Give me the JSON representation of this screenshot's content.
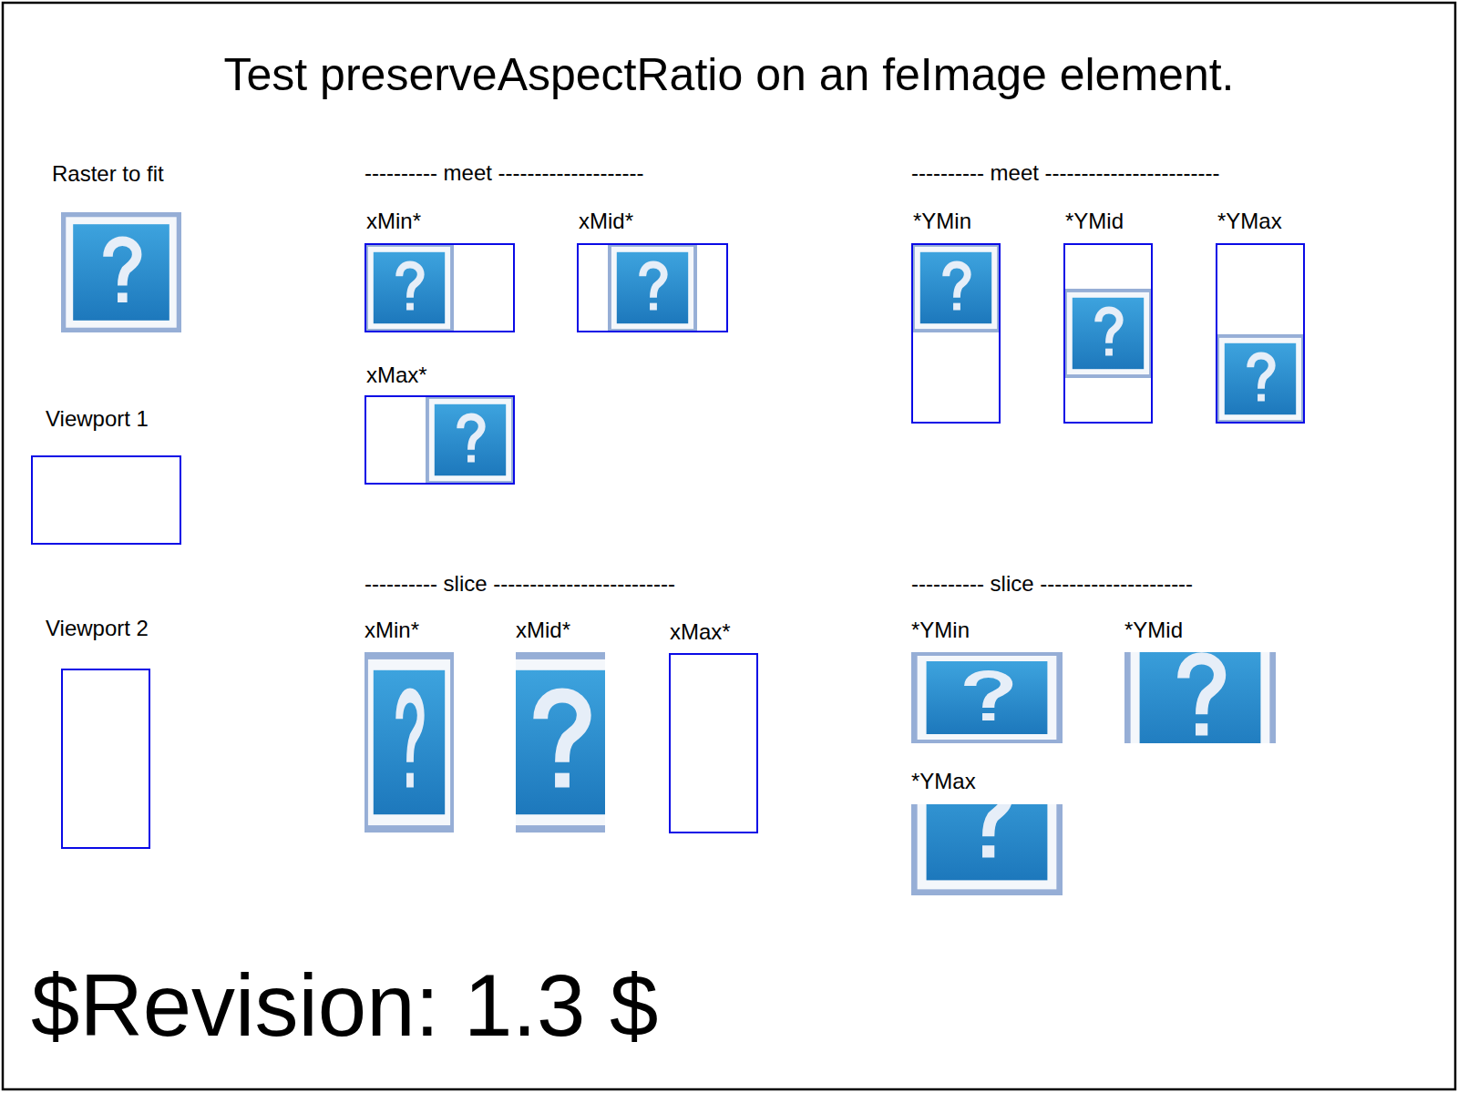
{
  "diagram": {
    "title": "Test preserveAspectRatio on an feImage element.",
    "nodes": [
      {
        "text": [
          "Raster to fit"
        ]
      },
      {
        "text": [
          "Viewport 1"
        ]
      },
      {
        "text": [
          "Viewport 2"
        ]
      },
      {
        "text": [
          "xMin*"
        ]
      },
      {
        "text": [
          "xMid*"
        ]
      },
      {
        "text": [
          "xMax*"
        ]
      },
      {
        "text": [
          "*YMin"
        ]
      },
      {
        "text": [
          "*YMid"
        ]
      },
      {
        "text": [
          "*YMax"
        ]
      },
      {
        "text": [
          "xMin*"
        ]
      },
      {
        "text": [
          "xMid*"
        ]
      },
      {
        "text": [
          "xMax*"
        ]
      },
      {
        "text": [
          "*YMin"
        ]
      },
      {
        "text": [
          "*YMid"
        ]
      },
      {
        "text": [
          "*YMax"
        ]
      }
    ],
    "labels": [
      "---------- meet --------------------",
      "---------- meet ------------------------",
      "---------- slice -------------------------",
      "---------- slice ---------------------",
      "$Revision: 1.3 $"
    ]
  }
}
